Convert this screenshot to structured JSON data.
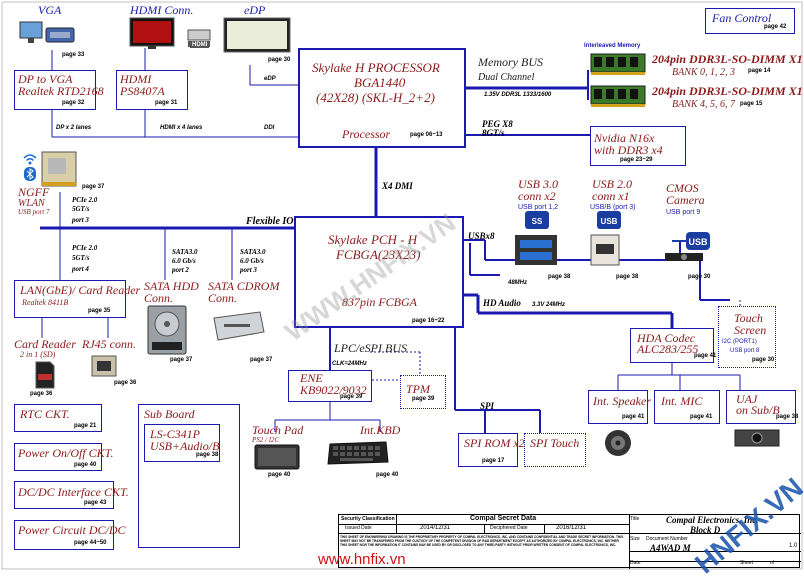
{
  "top": {
    "vga": "VGA",
    "hdmi_conn": "HDMI Conn.",
    "edp": "eDP",
    "vga_page": "page 33",
    "edp_page": "page 30",
    "hdmi_badge": "HDMI",
    "edp_bus": "eDP"
  },
  "fan": {
    "title": "Fan Control",
    "page": "page 42"
  },
  "dp2vga": {
    "title": "DP to VGA",
    "sub": "Realtek RTD2168",
    "page": "page 32"
  },
  "hdmi": {
    "title": "HDMI",
    "sub": "PS8407A",
    "page": "page 31"
  },
  "cpu": {
    "l1": "Skylake H PROCESSOR",
    "l2": "BGA1440",
    "l3": "(42X28)  (SKL-H_2+2)",
    "l4": "Processor",
    "page": "page 06~13"
  },
  "mem": {
    "bus1": "Memory BUS",
    "bus2": "Dual Channel",
    "speed": "1.35V DDR3L 1333/1600",
    "interleave": "Interleaved  Memory",
    "dimm1": "204pin DDR3L-SO-DIMM X1",
    "bank1": "BANK 0, 1, 2, 3",
    "page1": "page 14",
    "dimm2": "204pin DDR3L-SO-DIMM X1",
    "bank2": "BANK 4, 5, 6, 7",
    "page2": "page 15"
  },
  "buses": {
    "dp2": "DP x 2 lanes",
    "hdmi4": "HDMI x 4 lanes",
    "ddi": "DDI",
    "peg1": "PEG  X8",
    "peg2": "8GT/s",
    "dmi": "X4 DMI",
    "flex": "Flexible IO",
    "usb8": "USBx8",
    "hda": "HD Audio",
    "hda_speed": "3.3V 24MHz",
    "lpc": "LPC/eSPI BUS",
    "clk": "CLK=24MHz",
    "spi": "SPI",
    "mhz48": "48MHz"
  },
  "gpu": {
    "l1": "Nvidia N16x",
    "l2": "with DDR3 x4",
    "page": "page 23~29"
  },
  "pch": {
    "l1": "Skylake PCH - H",
    "l2": "FCBGA(23X23)",
    "l3": "837pin FCBGA",
    "page": "page 16~22"
  },
  "ngff": {
    "l1": "NGFF",
    "l2": "WLAN",
    "l3": "USB port 7",
    "page": "page 37",
    "p1": "PCIe 2.0",
    "p2": "5GT/s",
    "p3": "port 3",
    "p4": "PCIe 2.0",
    "p5": "5GT/s",
    "p6": "port 4"
  },
  "lan": {
    "title": "LAN(GbE)/ Card Reader",
    "sub": "Realtek 8411B",
    "page": "page 35"
  },
  "sata_hdd": {
    "s1": "SATA3.0",
    "s2": "6.0 Gb/s",
    "s3": "port 2",
    "title1": "SATA HDD",
    "title2": "Conn.",
    "page": "page 37"
  },
  "sata_cd": {
    "s1": "SATA3.0",
    "s2": "6.0 Gb/s",
    "s3": "port 3",
    "title1": "SATA CDROM",
    "title2": "Conn.",
    "page": "page 37"
  },
  "usb3": {
    "l1": "USB 3.0",
    "l2": "conn x2",
    "l3": "USB port 1,2",
    "page": "page 38"
  },
  "usb2": {
    "l1": "USB 2.0",
    "l2": "conn x1",
    "l3": "USB/B  (port 3)",
    "page": "page 38"
  },
  "cmos": {
    "l1": "CMOS",
    "l2": "Camera",
    "l3": "USB port 9",
    "page": "page 30"
  },
  "touch": {
    "l1": "Touch",
    "l2": "Screen",
    "l3": "I2C (PORT1)",
    "l4": "USB port 8",
    "page": "page 30"
  },
  "hda_codec": {
    "l1": "HDA Codec",
    "l2": "ALC283/255",
    "page": "page 41"
  },
  "card": {
    "l1": "Card Reader",
    "l2": "2 in 1 (SD)",
    "page": "page 36"
  },
  "rj45": {
    "l1": "RJ45 conn.",
    "page": "page 36"
  },
  "rtc": {
    "l1": "RTC CKT.",
    "page": "page 21"
  },
  "power_onoff": {
    "l1": "Power On/Off CKT.",
    "page": "page 40"
  },
  "dcdc_if": {
    "l1": "DC/DC Interface CKT.",
    "page": "page 43"
  },
  "power_circuit": {
    "l1": "Power Circuit DC/DC",
    "page": "page 44~50"
  },
  "sub_board": {
    "title": "Sub Board",
    "l1": "LS-C341P",
    "l2": "USB+Audio/B",
    "page": "page 38"
  },
  "ene": {
    "l1": "ENE",
    "l2": "KB9022/9032",
    "page": "page 39"
  },
  "tpm": {
    "l1": "TPM",
    "page": "page 39"
  },
  "touchpad": {
    "l1": "Touch Pad",
    "l2": "PS2 / I2C",
    "page": "page 40"
  },
  "kbd": {
    "l1": "Int.KBD",
    "page": "page 40"
  },
  "spi_rom": {
    "l1": "SPI ROM x2",
    "page": "page 17"
  },
  "spi_touch": {
    "l1": "SPI Touch"
  },
  "speaker": {
    "l1": "Int. Speaker",
    "page": "page 41"
  },
  "mic": {
    "l1": "Int. MIC",
    "page": "page 41"
  },
  "uaj": {
    "l1": "UAJ",
    "l2": "on Sub/B",
    "page": "page 38"
  },
  "titleblock": {
    "sec": "Security Classification",
    "secret": "Compal Secret Data",
    "issued": "Issued Date",
    "idate": "2014/12/31",
    "deciph": "Deciphered Date",
    "ddate": "2016/12/31",
    "title_lbl": "Title",
    "company": "Compal Electronics, Inc.",
    "doc": "Block D",
    "model": "A4WAD M",
    "rev": "1.0",
    "size_lbl": "Size",
    "docnum_lbl": "Document Number",
    "date_lbl": "Date",
    "sheet_lbl": "Sheet",
    "of_lbl": "of",
    "notice": "THIS SHEET OF ENGINEERING DRAWING IS THE PROPRIETARY PROPERTY OF COMPAL ELECTRONICS, INC. AND CONTAINS CONFIDENTIAL AND TRADE SECRET INFORMATION. THIS SHEET MAY NOT BE TRANSFERED FROM THE CUSTODY OF THE COMPETENT DIVISION OF R&D DEPARTMENT EXCEPT AS AUTHORIZED BY COMPAL ELECTRONICS, INC. NEITHER THIS SHEET NOR THE INFORMATION IT CONTAINS MAY BE USED BY OR DISCLOSED TO ANY THIRD PARTY WITHOUT PRIOR WRITTEN CONSENT OF COMPAL ELECTRONICS, INC."
  },
  "watermark": {
    "center": "WWW.HNFIX.VN",
    "corner": "HNFIX.VN",
    "url": "www.hnfix.vn"
  }
}
